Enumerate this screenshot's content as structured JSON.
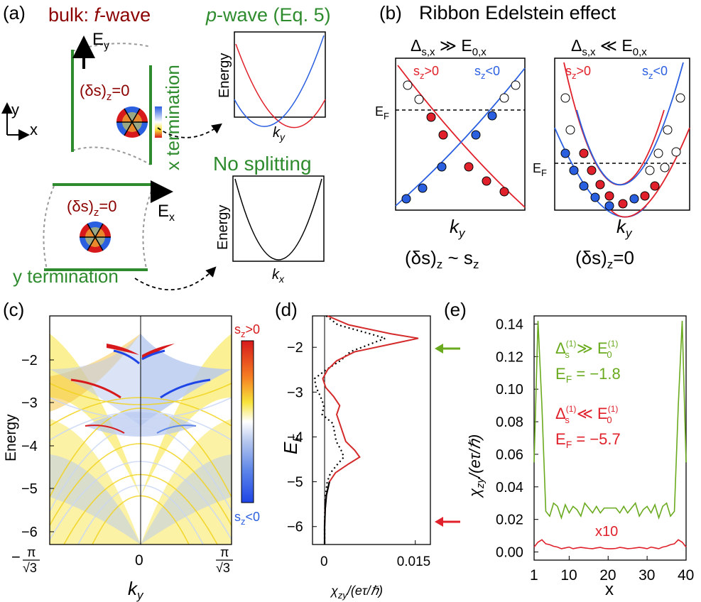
{
  "panel_a": {
    "label": "(a)",
    "bulk_prefix": "bulk: ",
    "bulk_wave": "f",
    "bulk_suffix": "-wave",
    "pwave_wave": "p",
    "pwave_suffix": "-wave (Eq. 5)",
    "axis_y": "y",
    "axis_x": "x",
    "ey": "E",
    "ey_sub": "y",
    "ex": "E",
    "ex_sub": "x",
    "ds_top": "(δs)",
    "ds_top_sub": "z",
    "ds_top_val": "=0",
    "ds_bot": "(δs)",
    "ds_bot_sub": "z",
    "ds_bot_val": "=0",
    "x_termination": "x termination",
    "y_termination": "y termination",
    "no_splitting": "No splitting",
    "energy_label_top": "Energy",
    "k_top": "k",
    "k_top_sub": "y",
    "energy_label_bot": "Energy",
    "k_bot": "k",
    "k_bot_sub": "x",
    "colors": {
      "dark_red": "#8b0000",
      "green": "#2e8b2e",
      "red": "#e0202a",
      "blue": "#2a5fe0"
    }
  },
  "panel_b": {
    "label": "(b)",
    "title": "Ribbon Edelstein effect",
    "left_cond": "Δ",
    "left_cond_sub": "s,x",
    "left_cond_rel": " ≫ E",
    "left_cond_sub2": "0,x",
    "right_cond": "Δ",
    "right_cond_sub": "s,x",
    "right_cond_rel": " ≪ E",
    "right_cond_sub2": "0,x",
    "sz_pos": "s",
    "sz_pos_sub": "z",
    "sz_pos_val": ">0",
    "sz_neg": "s",
    "sz_neg_sub": "z",
    "sz_neg_val": "<0",
    "ef": "E",
    "ef_sub": "F",
    "k_left": "k",
    "k_left_sub": "y",
    "k_right": "k",
    "k_right_sub": "y",
    "result_left": "(δs)",
    "result_left_sub": "z",
    "result_left_tail": " ~ s",
    "result_left_sub2": "z",
    "result_right": "(δs)",
    "result_right_sub": "z",
    "result_right_tail": "=0"
  },
  "panel_c": {
    "label": "(c)",
    "ylabel": "Energy",
    "xlabel": "k",
    "xlabel_sub": "y",
    "yticks": [
      "−2",
      "−3",
      "−4",
      "−5",
      "−6"
    ],
    "xtick_mid": "0",
    "xtick_left_sign": "−",
    "xtick_pi": "π",
    "xtick_root": "√3",
    "cbar_top": "s",
    "cbar_top_sub": "z",
    "cbar_top_val": ">0",
    "cbar_bot": "s",
    "cbar_bot_sub": "z",
    "cbar_bot_val": "<0"
  },
  "panel_d": {
    "label": "(d)",
    "ylabel": "E",
    "ylabel_sub": "F",
    "yticks": [
      "−2",
      "−3",
      "−4",
      "−5",
      "−6"
    ],
    "xticks": [
      "0",
      "0.015"
    ],
    "xlabel": "χ",
    "xlabel_sub": "zy",
    "xlabel_tail": "/(eτ/ℏ)",
    "arrow_top_color": "#6aaa1e",
    "arrow_bot_color": "#e0202a"
  },
  "panel_e": {
    "label": "(e)",
    "ylabel": "χ",
    "ylabel_sub": "zy",
    "ylabel_tail": "/(eτ/ℏ)",
    "xlabel": "x",
    "yticks": [
      "0.14",
      "0.12",
      "0.10",
      "0.08",
      "0.06",
      "0.04",
      "0.02",
      "0.00"
    ],
    "xticks": [
      "1",
      "10",
      "20",
      "30",
      "40"
    ],
    "green_cond": "Δ",
    "green_cond_sup": "(1)",
    "green_cond_sub": "s",
    "green_cond_rel": "≫ E",
    "green_cond_sup2": "(1)",
    "green_cond_sub2": "0",
    "green_ef": "E",
    "green_ef_sub": "F",
    "green_ef_val": " = −1.8",
    "red_cond": "Δ",
    "red_cond_sup": "(1)",
    "red_cond_sub": "s",
    "red_cond_rel": "≪ E",
    "red_cond_sup2": "(1)",
    "red_cond_sub2": "0",
    "red_ef": "E",
    "red_ef_sub": "F",
    "red_ef_val": " = −5.7",
    "x10": "x10",
    "colors": {
      "green": "#6aaa1e",
      "red": "#e0202a"
    }
  },
  "chart_data": [
    {
      "type": "line",
      "panel": "(d)",
      "xlabel": "χzy/(eτ/ℏ)",
      "ylabel": "EF",
      "xlim": [
        -0.002,
        0.0175
      ],
      "ylim": [
        -6.4,
        -1.3
      ],
      "xticks": [
        0,
        0.015
      ],
      "yticks": [
        -2,
        -3,
        -4,
        -5,
        -6
      ],
      "series": [
        {
          "y": [
            -1.3,
            -1.5,
            -1.7,
            -1.8,
            -1.9,
            -2.1,
            -2.3,
            -2.5,
            -2.7,
            -2.9,
            -3.1,
            -3.3,
            -3.5,
            -3.7,
            -3.9,
            -4.1,
            -4.3,
            -4.45,
            -4.6,
            -4.8,
            -5.0,
            -5.3,
            -5.6,
            -6.0,
            -6.4
          ],
          "x": [
            0.0005,
            0.004,
            0.011,
            0.0155,
            0.012,
            0.005,
            0.002,
            0.0005,
            -0.0003,
            0.0002,
            0.0015,
            0.0025,
            0.002,
            0.0025,
            0.003,
            0.0035,
            0.005,
            0.0058,
            0.004,
            0.0018,
            0.0008,
            0.0003,
            0.0001,
            0.0,
            0.0
          ]
        }
      ]
    },
    {
      "type": "line",
      "panel": "(e)",
      "xlabel": "x",
      "ylabel": "χzy/(eτ/ℏ)",
      "xlim": [
        1,
        40
      ],
      "ylim": [
        -0.005,
        0.145
      ],
      "xticks": [
        1,
        10,
        20,
        30,
        40
      ],
      "yticks": [
        0.14,
        0.12,
        0.1,
        0.08,
        0.06,
        0.04,
        0.02,
        0.0
      ],
      "series": [
        {
          "x": [
            1,
            2,
            3,
            4,
            5,
            6,
            7,
            8,
            9,
            10,
            11,
            12,
            13,
            14,
            15,
            16,
            17,
            18,
            19,
            20,
            21,
            22,
            23,
            24,
            25,
            26,
            27,
            28,
            29,
            30,
            31,
            32,
            33,
            34,
            35,
            36,
            37,
            38,
            39,
            40
          ],
          "y": [
            0.055,
            0.142,
            0.09,
            0.025,
            0.022,
            0.03,
            0.028,
            0.021,
            0.029,
            0.024,
            0.028,
            0.026,
            0.022,
            0.03,
            0.027,
            0.024,
            0.028,
            0.024,
            0.027,
            0.027,
            0.027,
            0.027,
            0.024,
            0.028,
            0.024,
            0.027,
            0.03,
            0.022,
            0.026,
            0.028,
            0.024,
            0.029,
            0.021,
            0.028,
            0.03,
            0.022,
            0.025,
            0.09,
            0.142,
            0.055
          ]
        },
        {
          "x": [
            1,
            2,
            3,
            4,
            5,
            6,
            7,
            8,
            9,
            10,
            11,
            12,
            13,
            14,
            15,
            16,
            17,
            18,
            19,
            20,
            21,
            22,
            23,
            24,
            25,
            26,
            27,
            28,
            29,
            30,
            31,
            32,
            33,
            34,
            35,
            36,
            37,
            38,
            39,
            40
          ],
          "y": [
            0.003,
            0.006,
            0.0075,
            0.005,
            0.0045,
            0.0035,
            0.003,
            0.002,
            0.0025,
            0.003,
            0.002,
            0.0025,
            0.0028,
            0.0025,
            0.0022,
            0.002,
            0.0025,
            0.0028,
            0.0022,
            0.002,
            0.002,
            0.0022,
            0.0028,
            0.0025,
            0.002,
            0.0022,
            0.0025,
            0.0028,
            0.0025,
            0.002,
            0.003,
            0.0025,
            0.002,
            0.003,
            0.0035,
            0.0045,
            0.005,
            0.0075,
            0.006,
            0.003
          ]
        }
      ]
    }
  ]
}
